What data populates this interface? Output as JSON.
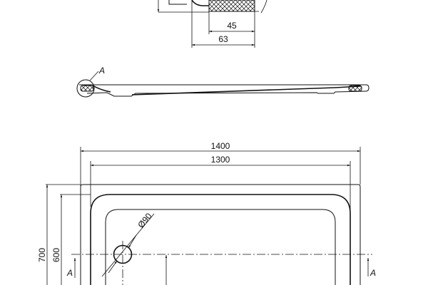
{
  "detail": {
    "dim_inner": "45",
    "dim_outer": "63"
  },
  "section": {
    "detail_label": "A"
  },
  "plan": {
    "dim_width_outer": "1400",
    "dim_width_inner": "1300",
    "dim_depth_outer": "700",
    "dim_depth_inner": "600",
    "drain_diameter": "Ø90",
    "section_mark_left": "A",
    "section_mark_right": "A"
  }
}
